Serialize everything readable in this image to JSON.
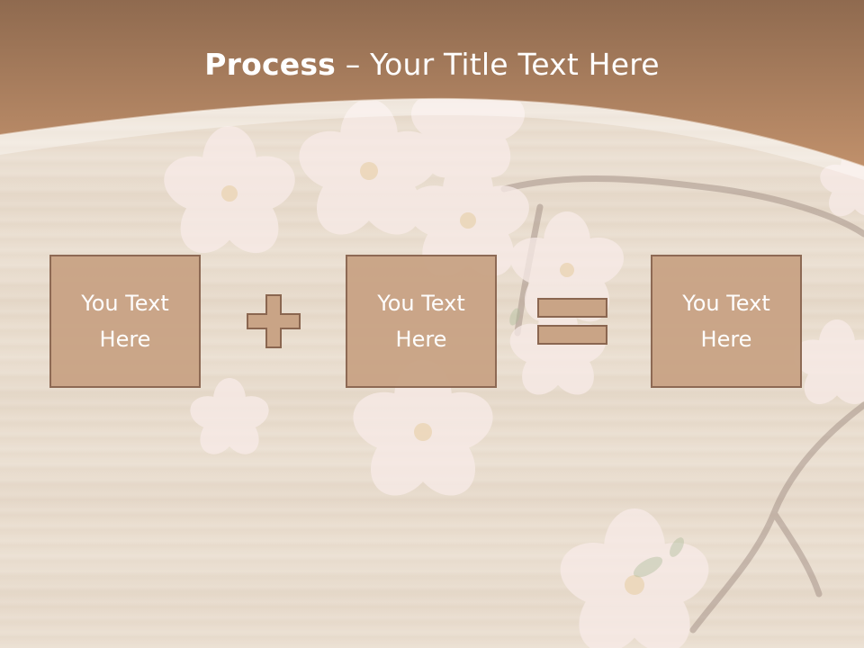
{
  "slide": {
    "title_bold": "Process",
    "title_rest": " – Your Title Text Here",
    "boxes": [
      {
        "text": "You Text Here"
      },
      {
        "text": "You Text Here"
      },
      {
        "text": "You Text Here"
      }
    ],
    "operators": [
      "plus-icon",
      "equals-icon"
    ]
  },
  "colors": {
    "header": "#a87a58",
    "box_fill": "#c9a486",
    "box_border": "#8a6650",
    "text": "#ffffff"
  }
}
